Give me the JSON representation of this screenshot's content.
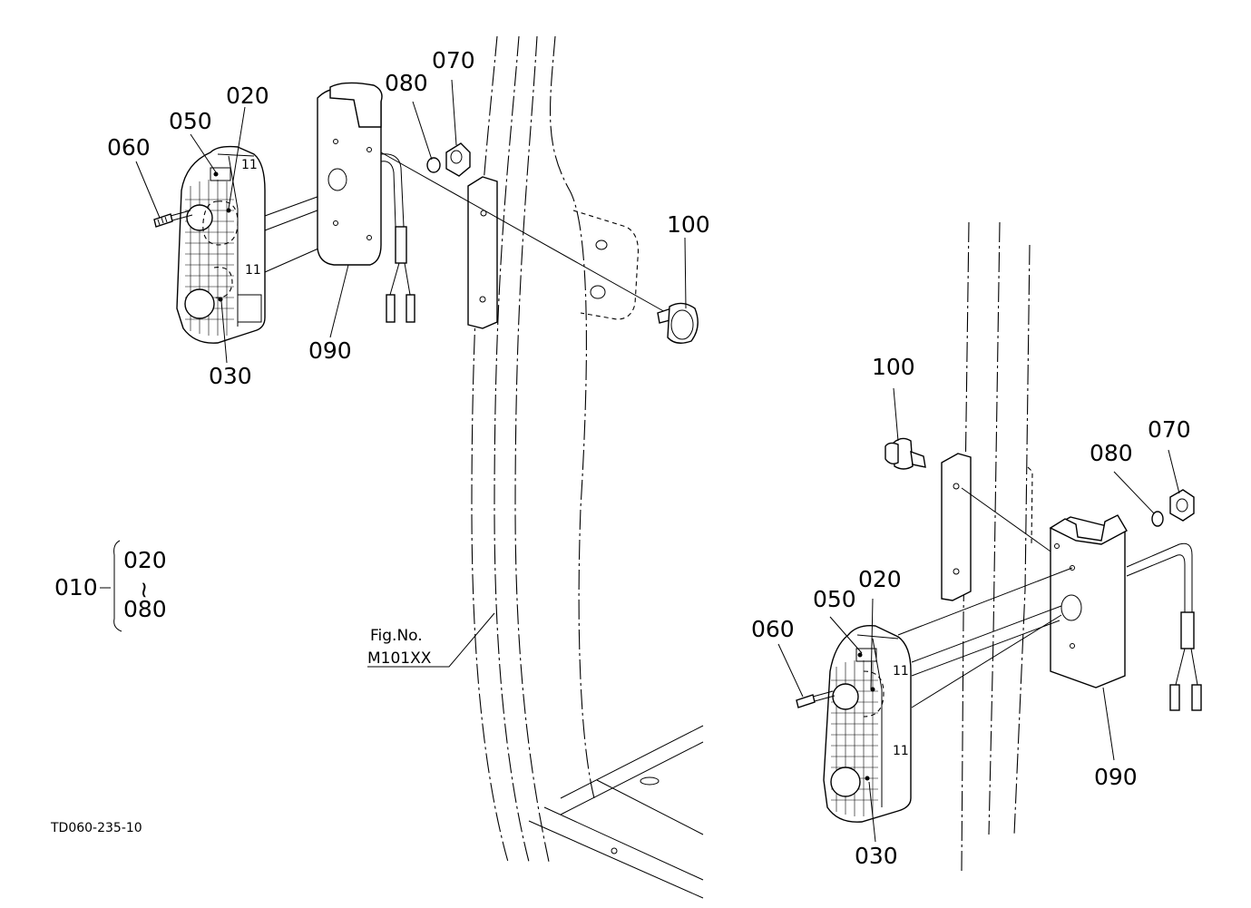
{
  "labels": {
    "left": {
      "p020": "020",
      "p050": "050",
      "p060": "060",
      "p030": "030",
      "p090": "090",
      "p080": "080",
      "p070": "070",
      "p100": "100"
    },
    "right": {
      "p100": "100",
      "p080": "080",
      "p070": "070",
      "p020": "020",
      "p050": "050",
      "p060": "060",
      "p090": "090",
      "p030": "030"
    },
    "assembly": {
      "parent": "010",
      "from": "020",
      "tilde": "~",
      "to": "080"
    },
    "fig_ref": {
      "line1": "Fig.No.",
      "line2": "M101XX"
    },
    "drawing_code": "TD060-235-10"
  }
}
